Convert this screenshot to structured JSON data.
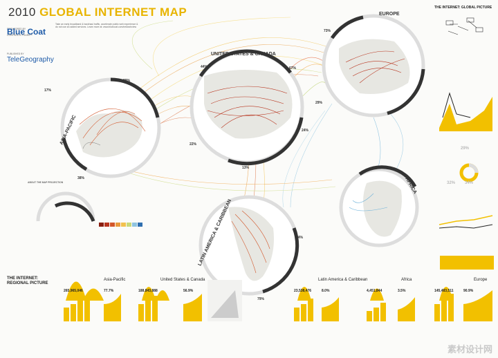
{
  "header": {
    "year": "2010",
    "title": "GLOBAL INTERNET MAP",
    "intro_text": "Take an early broadband & backhaul traffic, accelerate public web experience & do not use an added services. Learn more at: www.bluecoat.com/networkview"
  },
  "sponsors": {
    "sponsored_by": "SPONSORED BY",
    "published_by": "PUBLISHED BY",
    "bluecoat": "Blue Coat",
    "bluecoat_tag": "CONTROL IS YOURS™",
    "telegeography": "TeleGeography"
  },
  "regions": {
    "asia_pacific": {
      "label": "ASIA-PACIFIC",
      "pct_top": "39%",
      "pct_left": "17%",
      "pct_bottom": "38%"
    },
    "us_canada": {
      "label": "UNITED STATES & CANADA",
      "pct_left": "44%",
      "pct_right": "67%",
      "pct_bottom_left": "22%",
      "pct_bottom_right": "24%",
      "pct_bottom": "13%"
    },
    "europe": {
      "label": "EUROPE",
      "pct_top": "73%",
      "pct_left": "29%"
    },
    "africa": {
      "label": "AFRICA"
    },
    "latin_america": {
      "label": "LATIN AMERICA & CARIBBEAN",
      "pct_right": "14%",
      "pct_bottom": "79%"
    }
  },
  "side_panel": {
    "title": "THE INTERNET: GLOBAL PICTURE",
    "pct_1": "29%",
    "pct_2": "34%",
    "pct_3": "32%"
  },
  "bottom": {
    "title": "THE INTERNET: REGIONAL PICTURE",
    "columns": [
      {
        "name": "Asia-Pacific",
        "stat": "265,965,046",
        "pct": "77.7%"
      },
      {
        "name": "United States & Canada",
        "stat": "188,843,888",
        "pct": "56.9%"
      },
      {
        "name": "Latin America & Caribbean",
        "stat": "23,538,476",
        "pct": "8.0%"
      },
      {
        "name": "Africa",
        "stat": "4,451,844",
        "pct": "3.5%"
      },
      {
        "name": "Europe",
        "stat": "145,483,511",
        "pct": "90.9%"
      }
    ]
  },
  "legend": {
    "title": "ABOUT THE MAP PROJECTION"
  },
  "watermark": "素材设计网"
}
